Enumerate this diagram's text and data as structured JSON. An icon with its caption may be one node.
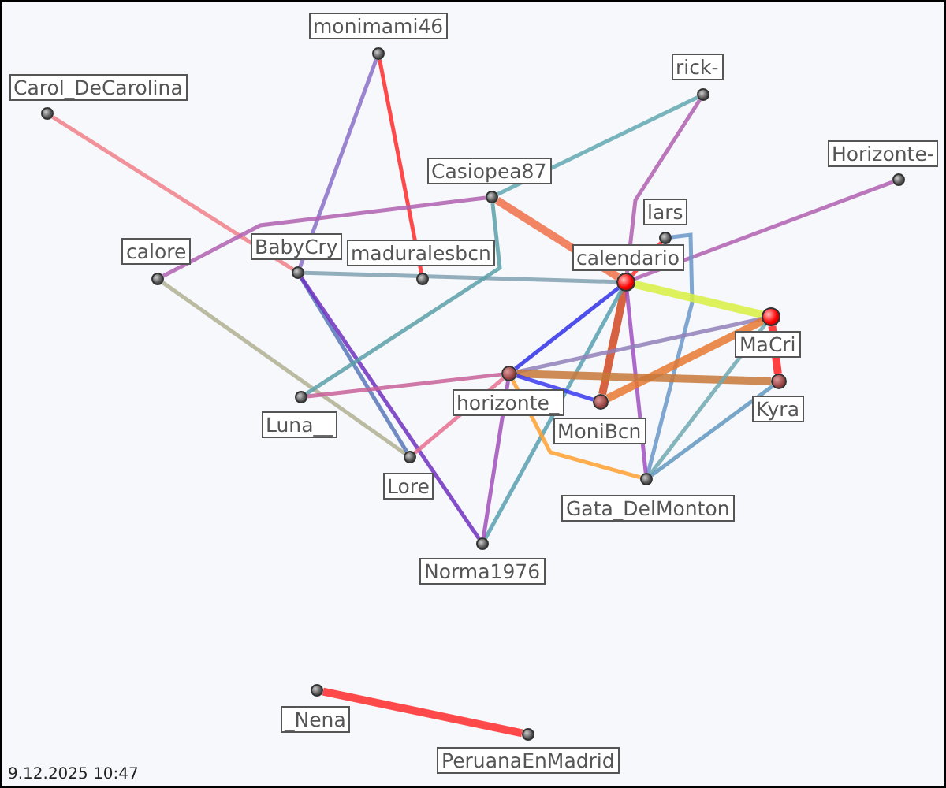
{
  "diagram": {
    "nodes": [
      {
        "text": [
          "monimami46"
        ]
      },
      {
        "text": [
          "Carol_DeCarolina"
        ]
      },
      {
        "text": [
          "rick-"
        ]
      },
      {
        "text": [
          "Horizonte-"
        ]
      },
      {
        "text": [
          "Casiopea87"
        ]
      },
      {
        "text": [
          "lars"
        ]
      },
      {
        "text": [
          "calore"
        ]
      },
      {
        "text": [
          "BabyCry"
        ]
      },
      {
        "text": [
          "maduralesbcn"
        ]
      },
      {
        "text": [
          "calendario"
        ]
      },
      {
        "text": [
          "MaCri"
        ]
      },
      {
        "text": [
          "horizonte_"
        ]
      },
      {
        "text": [
          "Kyra"
        ]
      },
      {
        "text": [
          "MoniBcn"
        ]
      },
      {
        "text": [
          "Luna__"
        ]
      },
      {
        "text": [
          "Lore"
        ]
      },
      {
        "text": [
          "Gata_DelMonton"
        ]
      },
      {
        "text": [
          "Norma1976"
        ]
      },
      {
        "text": [
          "_Nena"
        ]
      },
      {
        "text": [
          "PeruanaEnMadrid"
        ]
      }
    ],
    "edges": [
      {
        "from": 0,
        "to": 8,
        "arrow": "none",
        "color": "#ff2a2a"
      },
      {
        "from": 0,
        "to": 7,
        "arrow": "none",
        "color": "#8a70c8"
      },
      {
        "from": 1,
        "to": 7,
        "arrow": "none",
        "color": "#f08088"
      },
      {
        "from": 6,
        "to": 4,
        "arrow": "none",
        "color": "#b060b0"
      },
      {
        "from": 6,
        "to": 15,
        "arrow": "none",
        "color": "#b0b090"
      },
      {
        "from": 7,
        "to": 9,
        "arrow": "none",
        "color": "#80a0b0"
      },
      {
        "from": 7,
        "to": 15,
        "arrow": "none",
        "color": "#5878b8"
      },
      {
        "from": 7,
        "to": 17,
        "arrow": "none",
        "color": "#7030c0"
      },
      {
        "from": 4,
        "to": 14,
        "arrow": "none",
        "color": "#5aa0a8"
      },
      {
        "from": 4,
        "to": 2,
        "arrow": "none",
        "color": "#60a8b0"
      },
      {
        "from": 4,
        "to": 9,
        "arrow": "none",
        "color": "#f07048",
        "style": "thick"
      },
      {
        "from": 2,
        "to": 9,
        "arrow": "none",
        "color": "#b060b0"
      },
      {
        "from": 3,
        "to": 9,
        "arrow": "none",
        "color": "#b060b0"
      },
      {
        "from": 5,
        "to": 9,
        "arrow": "none",
        "color": "#ff3030"
      },
      {
        "from": 5,
        "to": 16,
        "arrow": "none",
        "color": "#6898c8"
      },
      {
        "from": 9,
        "to": 10,
        "arrow": "none",
        "color": "#d8f040",
        "style": "thick"
      },
      {
        "from": 9,
        "to": 11,
        "arrow": "none",
        "color": "#3030e8"
      },
      {
        "from": 9,
        "to": 13,
        "arrow": "none",
        "color": "#d04820",
        "style": "thick"
      },
      {
        "from": 9,
        "to": 16,
        "arrow": "none",
        "color": "#a050c0"
      },
      {
        "from": 9,
        "to": 17,
        "arrow": "none",
        "color": "#58a0b0"
      },
      {
        "from": 10,
        "to": 11,
        "arrow": "none",
        "color": "#9080b8"
      },
      {
        "from": 10,
        "to": 13,
        "arrow": "none",
        "color": "#e87830",
        "style": "thick"
      },
      {
        "from": 11,
        "to": 12,
        "arrow": "none",
        "color": "#c87838",
        "style": "thick"
      },
      {
        "from": 11,
        "to": 16,
        "arrow": "none",
        "color": "#ffa030"
      },
      {
        "from": 11,
        "to": 14,
        "arrow": "none",
        "color": "#c86098"
      },
      {
        "from": 11,
        "to": 15,
        "arrow": "none",
        "color": "#e87090"
      },
      {
        "from": 11,
        "to": 17,
        "arrow": "none",
        "color": "#a050b8"
      },
      {
        "from": 11,
        "to": 13,
        "arrow": "none",
        "color": "#3838f0"
      },
      {
        "from": 10,
        "to": 12,
        "arrow": "none",
        "color": "#ff2020",
        "style": "thick"
      },
      {
        "from": 10,
        "to": 16,
        "arrow": "none",
        "color": "#70a8b0"
      },
      {
        "from": 12,
        "to": 16,
        "arrow": "none",
        "color": "#6098c0"
      },
      {
        "from": 18,
        "to": 19,
        "arrow": "none",
        "color": "#ff2a2a",
        "style": "thick"
      }
    ],
    "labels": [
      "9.12.2025 10:47"
    ]
  }
}
